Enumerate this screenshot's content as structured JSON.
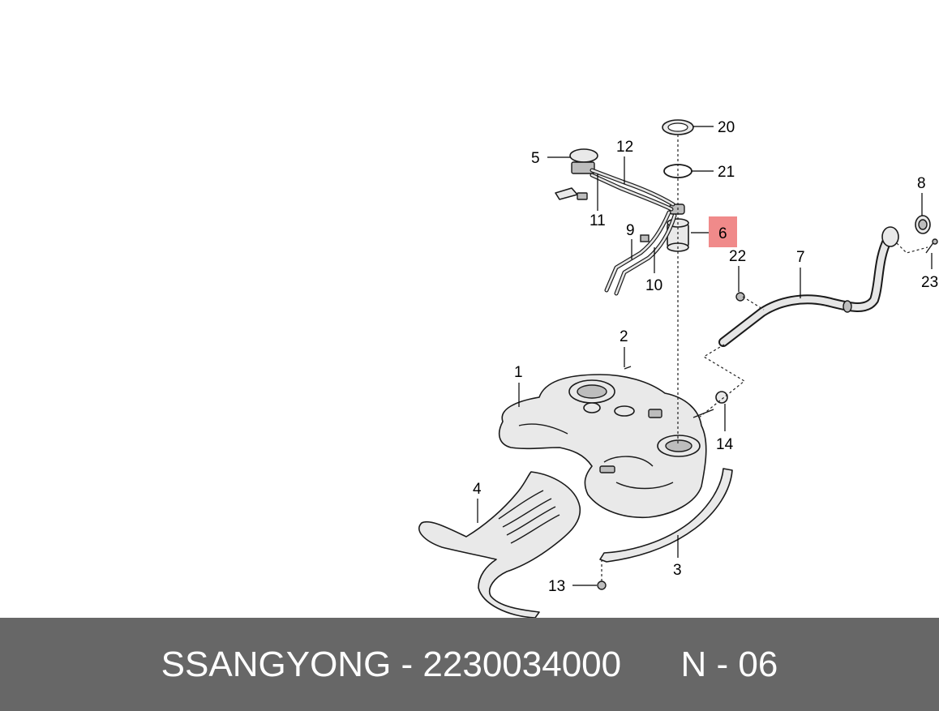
{
  "callouts": [
    {
      "id": "c1",
      "label": "1"
    },
    {
      "id": "c2",
      "label": "2"
    },
    {
      "id": "c3",
      "label": "3"
    },
    {
      "id": "c4",
      "label": "4"
    },
    {
      "id": "c5",
      "label": "5"
    },
    {
      "id": "c6",
      "label": "6",
      "highlight": true
    },
    {
      "id": "c7",
      "label": "7"
    },
    {
      "id": "c8",
      "label": "8"
    },
    {
      "id": "c9",
      "label": "9"
    },
    {
      "id": "c10",
      "label": "10"
    },
    {
      "id": "c11",
      "label": "11"
    },
    {
      "id": "c12",
      "label": "12"
    },
    {
      "id": "c13",
      "label": "13"
    },
    {
      "id": "c14",
      "label": "14"
    },
    {
      "id": "c20",
      "label": "20"
    },
    {
      "id": "c21",
      "label": "21"
    },
    {
      "id": "c22",
      "label": "22"
    },
    {
      "id": "c23",
      "label": "23"
    }
  ],
  "footer": {
    "brand": "SSANGYONG",
    "separator": " - ",
    "part_number": "2230034000",
    "position_label": "N - 06"
  },
  "colors": {
    "footer_bg": "#676767",
    "highlight": "#f08a8a",
    "footer_text": "#ffffff"
  }
}
